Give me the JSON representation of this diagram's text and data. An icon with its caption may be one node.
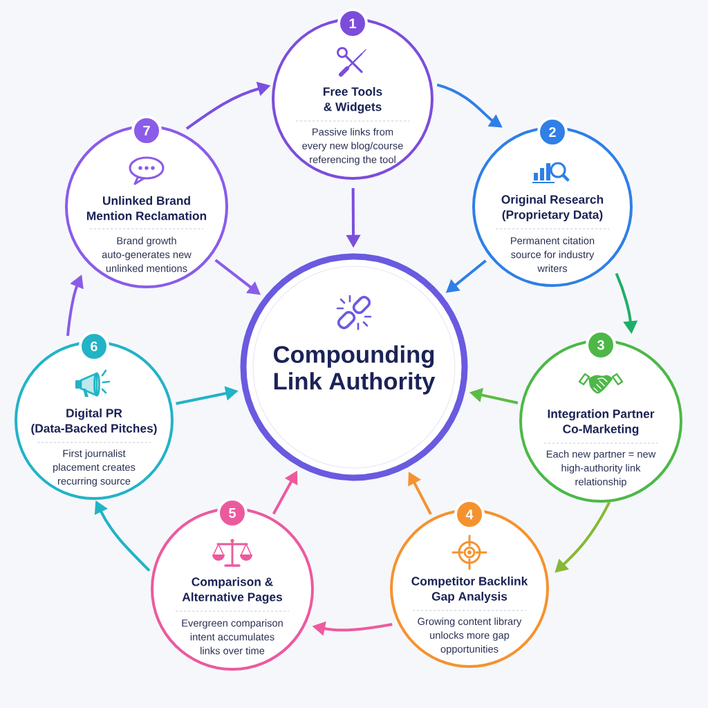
{
  "diagram": {
    "nodes": [
      {
        "text": [
          "1",
          "Free Tools & Widgets",
          "Passive links from every new blog/course referencing the tool"
        ]
      },
      {
        "text": [
          "2",
          "Original Research (Proprietary Data)",
          "Permanent citation source for industry writers"
        ]
      },
      {
        "text": [
          "3",
          "Integration Partner Co-Marketing",
          "Each new partner = new high-authority link relationship"
        ]
      },
      {
        "text": [
          "4",
          "Competitor Backlink Gap Analysis",
          "Growing content library unlocks more gap opportunities"
        ]
      },
      {
        "text": [
          "5",
          "Comparison & Alternative Pages",
          "Evergreen comparison intent accumulates links over time"
        ]
      },
      {
        "text": [
          "6",
          "Digital PR (Data-Backed Pitches)",
          "First journalist placement creates recurring source"
        ]
      },
      {
        "text": [
          "7",
          "Unlinked Brand Mention Reclamation",
          "Brand growth auto-generates new unlinked mentions"
        ]
      },
      {
        "text": [
          "Compounding Link Authority"
        ]
      }
    ],
    "edges": [
      {
        "from": 0,
        "to": 1,
        "arrow": "to",
        "color": "#2f7fe6"
      },
      {
        "from": 1,
        "to": 2,
        "arrow": "to",
        "color": "#1fae6a"
      },
      {
        "from": 2,
        "to": 3,
        "arrow": "to",
        "color": "#86b935"
      },
      {
        "from": 3,
        "to": 4,
        "arrow": "to",
        "color": "#ee5a9e"
      },
      {
        "from": 4,
        "to": 5,
        "arrow": "to",
        "color": "#22b3c6"
      },
      {
        "from": 5,
        "to": 6,
        "arrow": "to",
        "color": "#8a5ce8"
      },
      {
        "from": 6,
        "to": 0,
        "arrow": "to",
        "color": "#7b4fe0"
      },
      {
        "from": 0,
        "to": 7,
        "arrow": "to",
        "color": "#7b4fdc"
      },
      {
        "from": 1,
        "to": 7,
        "arrow": "to",
        "color": "#2f7fe6"
      },
      {
        "from": 2,
        "to": 7,
        "arrow": "to",
        "color": "#5bbb45"
      },
      {
        "from": 3,
        "to": 7,
        "arrow": "to",
        "color": "#f5922f"
      },
      {
        "from": 4,
        "to": 7,
        "arrow": "to",
        "color": "#ee5a9e"
      },
      {
        "from": 5,
        "to": 7,
        "arrow": "to",
        "color": "#22b3c6"
      },
      {
        "from": 6,
        "to": 7,
        "arrow": "to",
        "color": "#8a5ce8"
      }
    ]
  }
}
